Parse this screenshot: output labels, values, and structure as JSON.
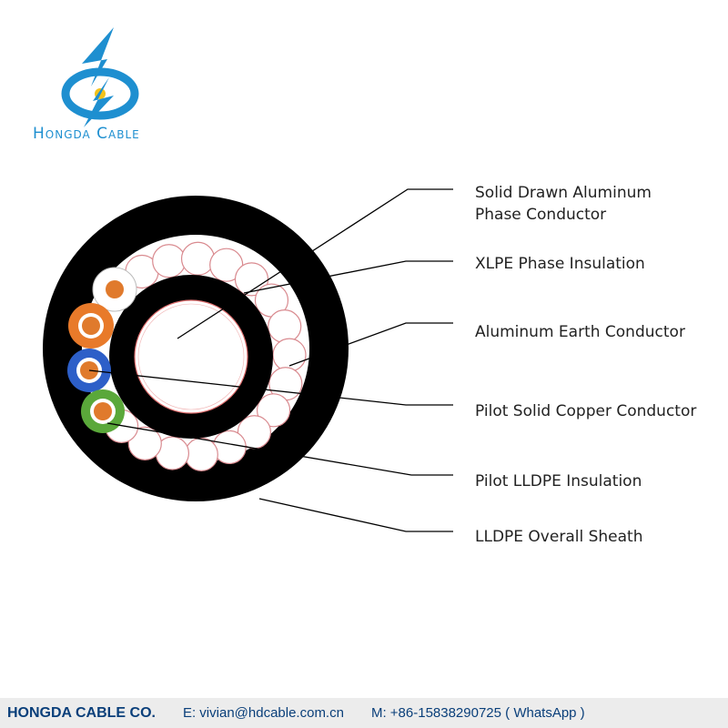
{
  "brand": {
    "logo_text": "Hongda Cable",
    "colors": {
      "blue": "#1e8fd0",
      "yellow": "#f3c21a"
    }
  },
  "callouts": [
    {
      "id": "phase-conductor",
      "label": "Solid Drawn Aluminum\nPhase Conductor"
    },
    {
      "id": "phase-insulation",
      "label": "XLPE Phase Insulation"
    },
    {
      "id": "earth-conductor",
      "label": "Aluminum Earth Conductor"
    },
    {
      "id": "pilot-conductor",
      "label": "Pilot Solid Copper Conductor"
    },
    {
      "id": "pilot-insulation",
      "label": "Pilot LLDPE Insulation"
    },
    {
      "id": "overall-sheath",
      "label": "LLDPE Overall Sheath"
    }
  ],
  "footer": {
    "company": "HONGDA CABLE CO.",
    "email": "E: vivian@hdcable.com.cn",
    "phone": "M: +86-15838290725 ( WhatsApp )"
  },
  "colors": {
    "sheath": "#000000",
    "earth_wire_stroke": "#d98a8f",
    "phase_outline": "#e07070",
    "pilot_orange": "#e87a2a",
    "pilot_blue": "#2d5fc8",
    "pilot_green": "#5aa83a",
    "pilot_white": "#ffffff",
    "copper": "#e07a2c"
  }
}
